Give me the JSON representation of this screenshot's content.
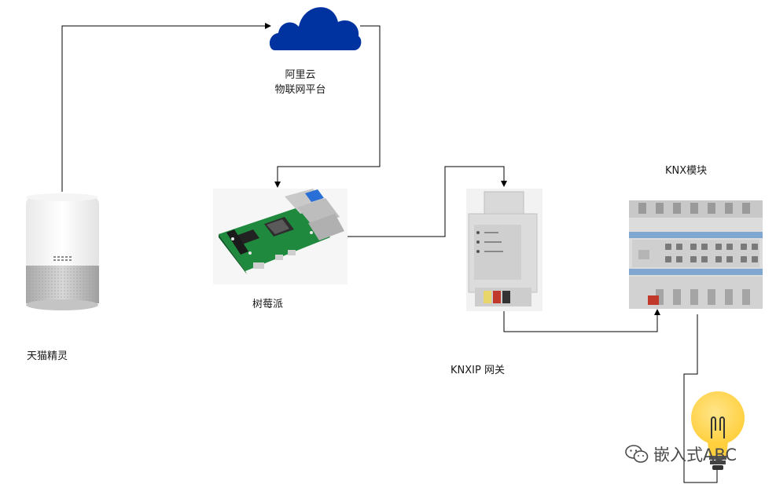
{
  "nodes": {
    "cloud": {
      "line1": "阿里云",
      "line2": "物联网平台",
      "color": "#0033a0"
    },
    "speaker": {
      "label": "天猫精灵"
    },
    "raspberry": {
      "label": "树莓派"
    },
    "gateway": {
      "label": "KNXIP 网关"
    },
    "module": {
      "label": "KNX模块"
    },
    "bulb": {
      "color": "#ffd34d"
    }
  },
  "watermark": {
    "text": "嵌入式ABC"
  }
}
